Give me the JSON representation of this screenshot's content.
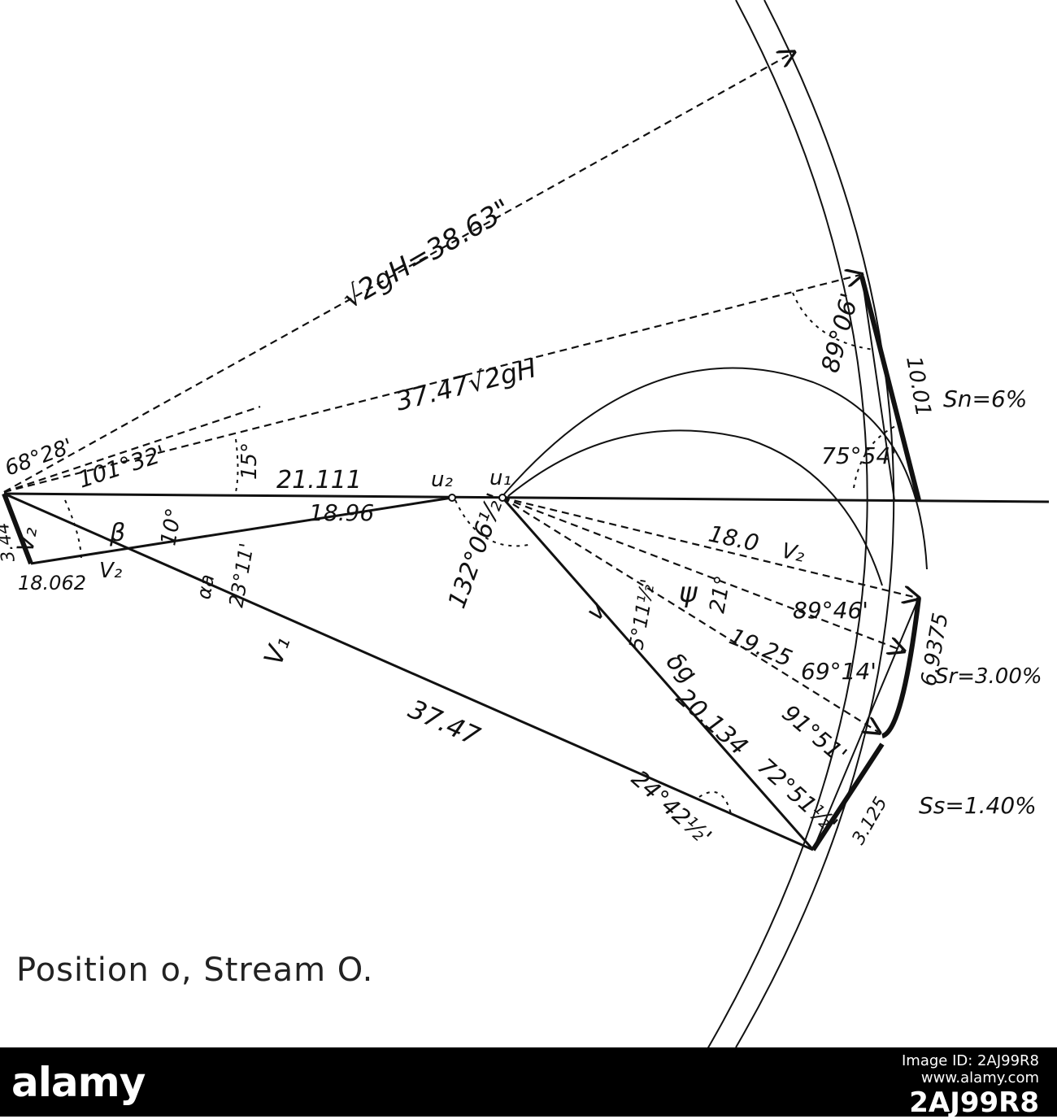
{
  "diagram": {
    "labels": {
      "sqrt_2gh": "√2gH=38.63\"",
      "coef_sqrt_2gh": "37.47√2gH",
      "angle_68_28": "68°28'",
      "angle_101_32": "101°32'",
      "angle_15": "15°",
      "u_21_111": "21.111",
      "u2": "u₂",
      "u1": "u₁",
      "val_18_96": "18.96",
      "v2_small": "V₂",
      "beta": "β",
      "angle_10": "10°",
      "alpha_a": "αa",
      "angle_23_11": "23°11'",
      "val_18_062": "18.062",
      "v2_lower": "V₂",
      "angle_132_06": "132°06½'",
      "V1": "V₁",
      "val_37_47": "37.47",
      "val_18_0": "18.0",
      "v2_right": "V₂",
      "psi": "ψ",
      "angle_21": "21°",
      "angle_5_11": "5°11½'",
      "v_diag": "v",
      "val_19_25": "19.25",
      "delta_g": "δg",
      "val_20_134": "20.134",
      "angle_24_42": "24°42½'",
      "angle_72_51": "72°51½'",
      "angle_91_51": "91°51'",
      "angle_69_14": "69°14'",
      "angle_89_46": "89°46'",
      "val_6_9375": "6.9375",
      "Sr": "Sr=3.00%",
      "val_3_125": "3.125",
      "Ss": "Ss=1.40%",
      "angle_89_06": "89°06'",
      "val_10_01": "10.01",
      "Sn": "Sn=6%",
      "angle_75_54": "75°54'",
      "left_edge": "3.44"
    }
  },
  "caption": "Position o, Stream O.",
  "footer": {
    "brand": "alamy",
    "line1": "Image ID: 2AJ99R8",
    "line2": "www.alamy.com",
    "code": "2AJ99R8"
  }
}
